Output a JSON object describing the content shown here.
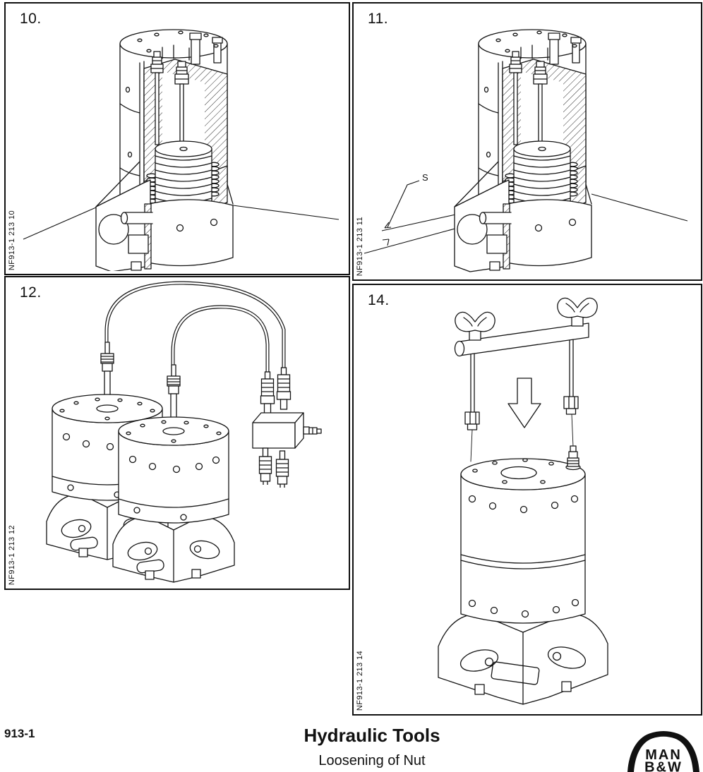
{
  "page": {
    "footer": {
      "doc_code": "913-1",
      "title": "Hydraulic Tools",
      "subtitle": "Loosening of Nut"
    },
    "logo": {
      "line1": "MAN",
      "line2": "B&W"
    }
  },
  "panels": [
    {
      "label": "10.",
      "code": "NF913-1 213 10"
    },
    {
      "label": "11.",
      "code": "NF913-1 213 11",
      "annotation": "S"
    },
    {
      "label": "12.",
      "code": "NF913-1 213 12"
    },
    {
      "label": "14.",
      "code": "NF913-1 213 14"
    }
  ]
}
